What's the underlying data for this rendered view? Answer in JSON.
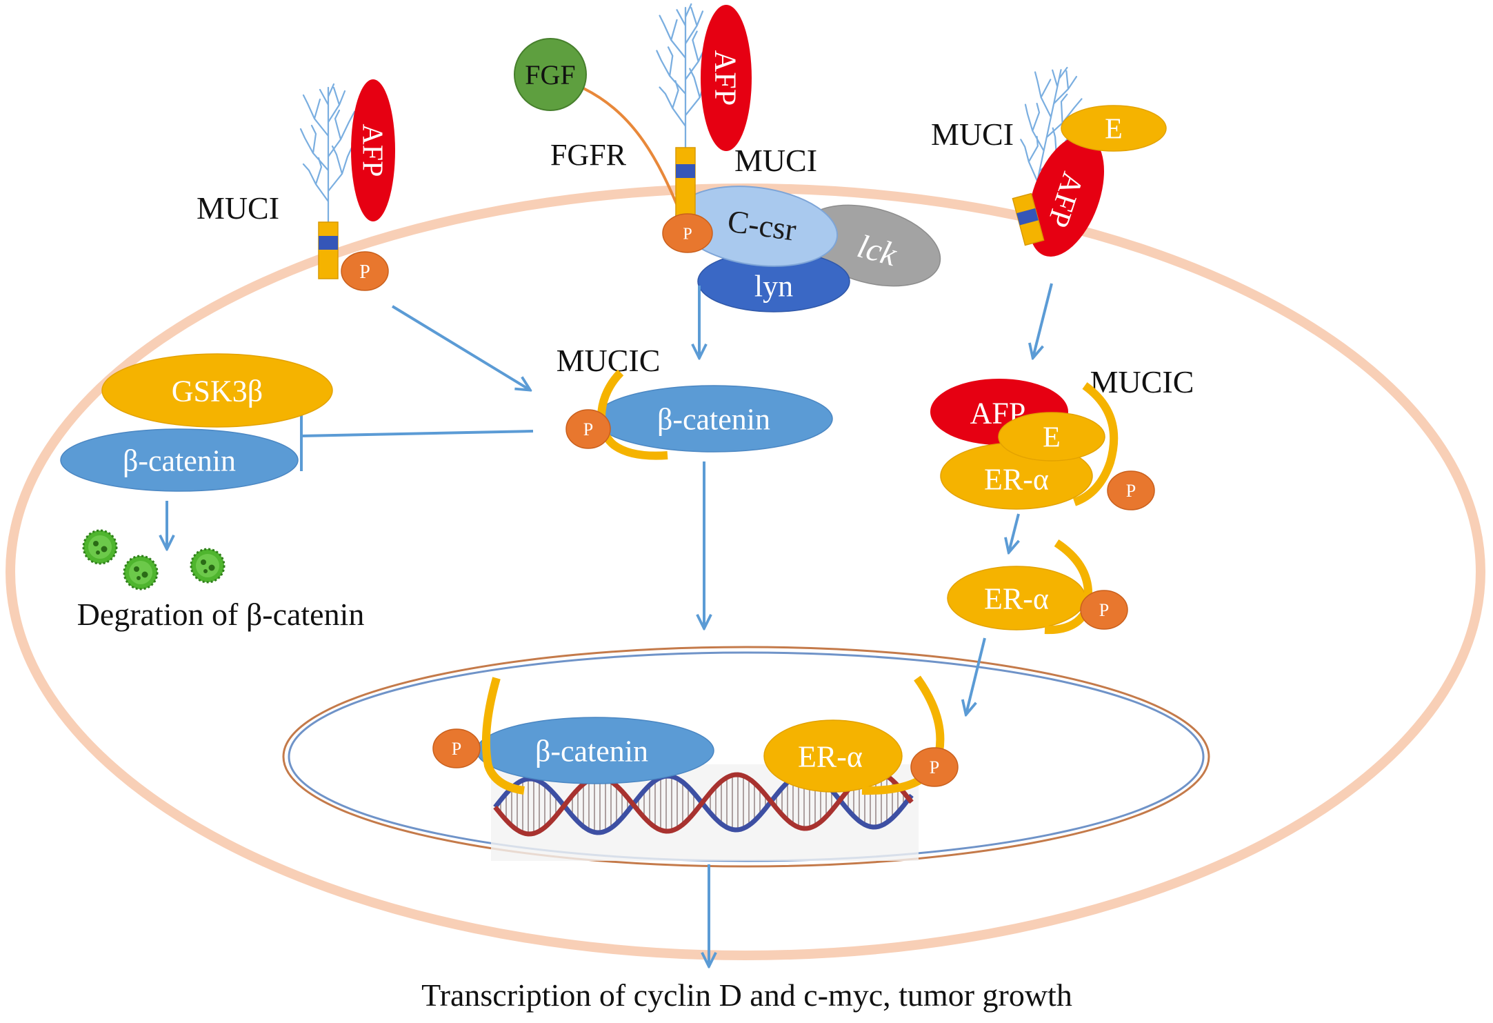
{
  "membrane": {
    "left": {
      "muci": "MUCI",
      "afp": "AFP",
      "p": "P"
    },
    "center": {
      "fgf": "FGF",
      "fgfr": "FGFR",
      "afp": "AFP",
      "muci": "MUCI",
      "p": "P",
      "c_csr": "C-csr",
      "lck": "lck",
      "lyn": "lyn"
    },
    "right": {
      "muci": "MUCI",
      "e": "E",
      "afp": "AFP"
    }
  },
  "cytoplasm": {
    "left": {
      "gsk3b": "GSK3β",
      "beta_catenin": "β-catenin",
      "caption": "Degration of β-catenin"
    },
    "center": {
      "mucic": "MUCIC",
      "p": "P",
      "beta_catenin": "β-catenin"
    },
    "right": {
      "mucic": "MUCIC",
      "afp": "AFP",
      "e": "E",
      "er_alpha": "ER-α",
      "p": "P",
      "er_alpha_2": "ER-α",
      "p_2": "P"
    }
  },
  "nucleus": {
    "p_left": "P",
    "beta_catenin": "β-catenin",
    "er_alpha": "ER-α",
    "p_right": "P"
  },
  "caption": "Transcription of cyclin D and c-myc, tumor growth",
  "colors": {
    "membrane": "#f8cfb6",
    "nucleus_outer": "#c47a4a",
    "nucleus_inner": "#6f93c8",
    "afp_red": "#e60012",
    "yellow": "#f5b300",
    "beta_catenin_blue": "#5b9bd5",
    "c_csr_blue": "#a9c9ee",
    "lyn_blue": "#3a68c5",
    "lck_gray": "#a3a3a3",
    "p_orange": "#e8772e",
    "fgf_green": "#5e9f3f",
    "fgfr_orange": "#e8883a",
    "arrow_blue": "#5b9bd5",
    "glyco_blue": "#7aaee0",
    "stalk_blue": "#3556b8",
    "dna_red": "#a8322f",
    "dna_blue": "#3d4fa3"
  }
}
